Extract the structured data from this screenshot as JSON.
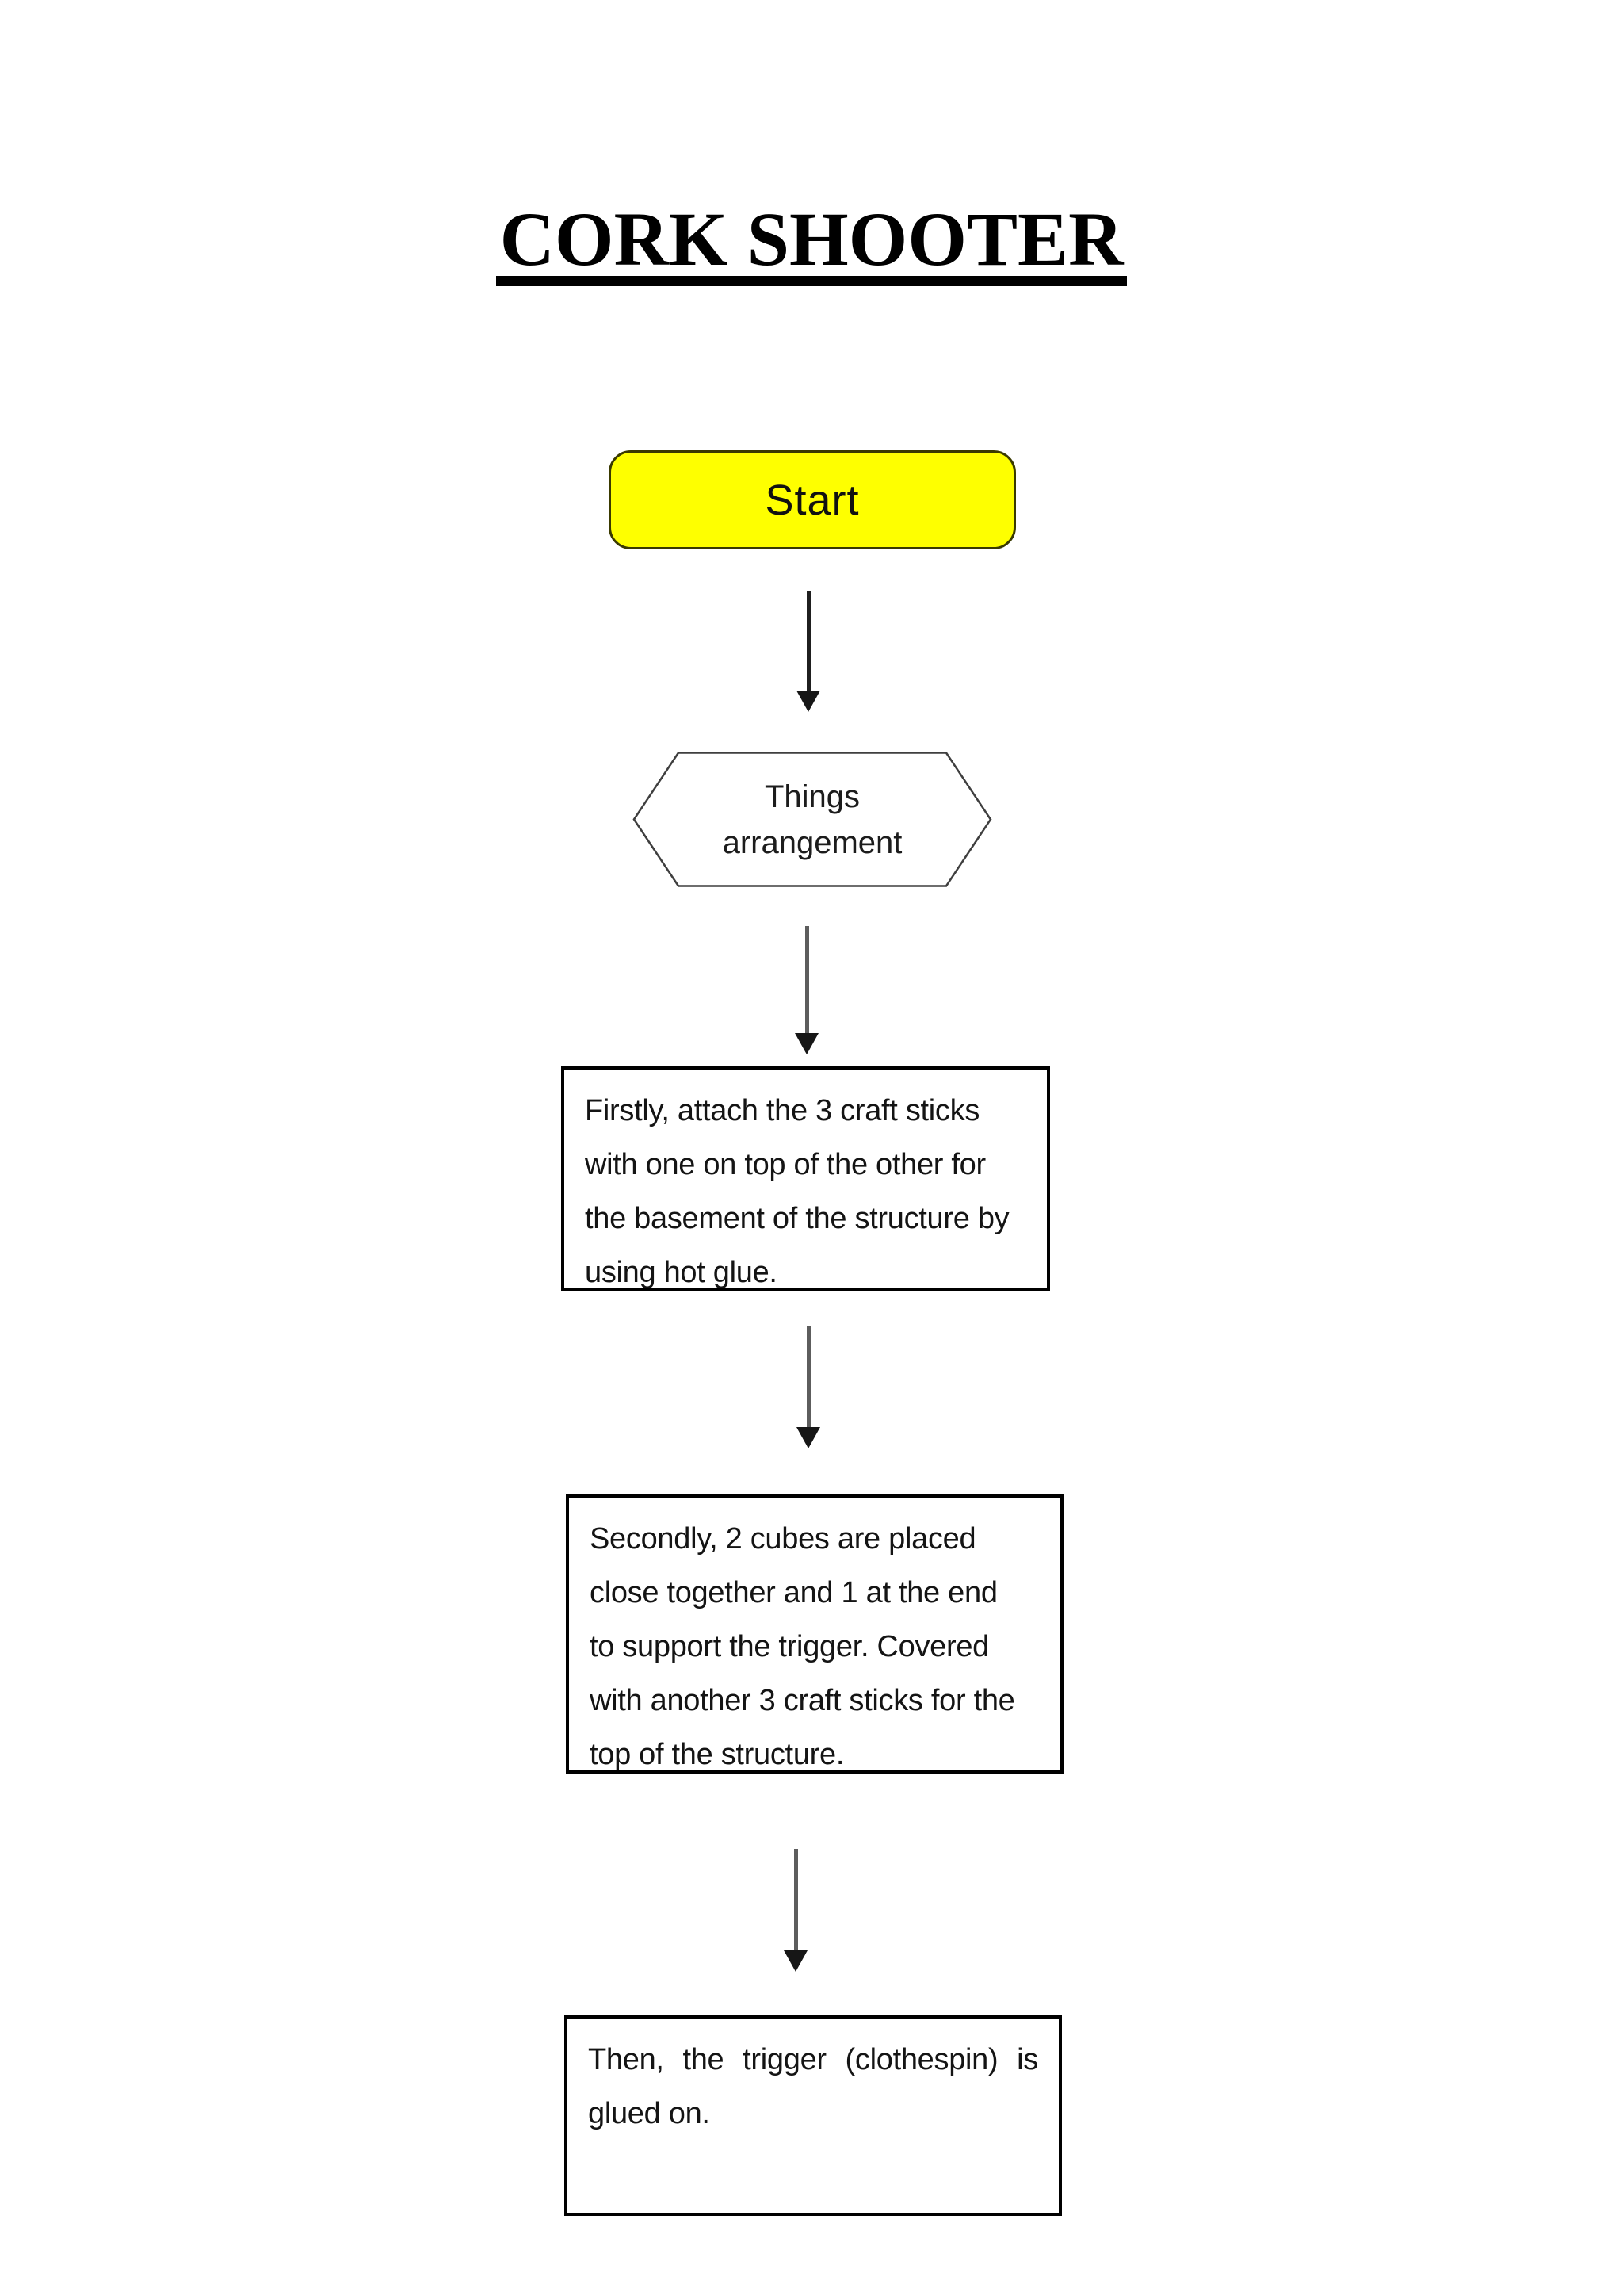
{
  "title": {
    "text": "CORK SHOOTER"
  },
  "flowchart": {
    "start": {
      "label": "Start",
      "fill": "#feff00",
      "border_color": "#3a3a00"
    },
    "hexagon": {
      "lines": [
        "Things",
        "arrangement"
      ]
    },
    "boxes": [
      {
        "lines": [
          "Firstly, attach the 3 craft sticks",
          "with one on top of the other for",
          "the basement of the structure by",
          "using hot glue."
        ]
      },
      {
        "lines": [
          "Secondly, 2 cubes are placed",
          "close together and 1 at the end",
          "to support the trigger. Covered",
          "with another 3 craft sticks for the",
          "top of the structure."
        ]
      },
      {
        "lines": [
          "Then, the trigger (clothespin) is",
          "glued on."
        ]
      }
    ]
  }
}
